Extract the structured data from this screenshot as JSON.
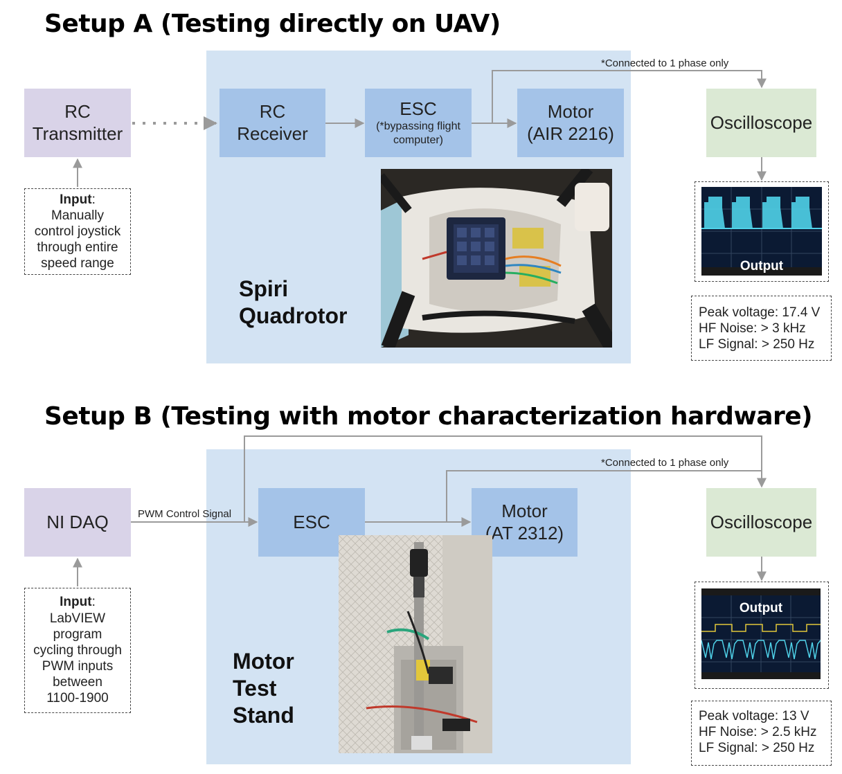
{
  "setup_a": {
    "title": "Setup A (Testing directly on UAV)",
    "rc_transmitter": [
      "RC",
      "Transmitter"
    ],
    "rc_receiver": [
      "RC",
      "Receiver"
    ],
    "esc": {
      "title": "ESC",
      "sub": [
        "(*bypassing flight",
        "computer)"
      ]
    },
    "motor": [
      "Motor",
      "(AIR 2216)"
    ],
    "oscilloscope": "Oscilloscope",
    "connection_note": "*Connected to 1 phase only",
    "input": {
      "label": "Input",
      "lines": [
        "Manually",
        "control joystick",
        "through entire",
        "speed range"
      ]
    },
    "platform": [
      "Spiri",
      "Quadrotor"
    ],
    "output_label": "Output",
    "stats": [
      "Peak voltage: 17.4 V",
      "HF Noise: > 3 kHz",
      "LF Signal: > 250 Hz"
    ]
  },
  "setup_b": {
    "title": "Setup B (Testing with motor characterization hardware)",
    "ni_daq": "NI DAQ",
    "pwm_label": "PWM Control Signal",
    "esc": "ESC",
    "motor": [
      "Motor",
      "(AT 2312)"
    ],
    "oscilloscope": "Oscilloscope",
    "connection_note": "*Connected to 1 phase only",
    "input": {
      "label": "Input",
      "lines": [
        "LabVIEW",
        "program",
        "cycling through",
        "PWM inputs",
        "between",
        "1100-1900"
      ]
    },
    "platform": [
      "Motor",
      "Test",
      "Stand"
    ],
    "output_label": "Output",
    "stats": [
      "Peak voltage: 13 V",
      "HF Noise: > 2.5 kHz",
      "LF Signal: > 250 Hz"
    ]
  },
  "colors": {
    "panel": "#d3e3f3",
    "block_blue": "#a4c3e8",
    "block_purple": "#d9d3e8",
    "block_green": "#dbe9d4",
    "waveform": "#4fd1e8",
    "arrow": "#9a9a9a"
  }
}
